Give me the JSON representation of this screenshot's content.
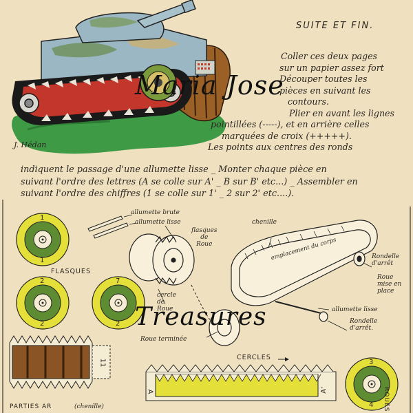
{
  "header": {
    "title": "SUITE ET FIN."
  },
  "instructions": {
    "l1": "Coller ces deux pages",
    "l2": "sur un papier assez fort",
    "l3": "Découper toutes les",
    "l4": "pièces en suivant les",
    "l5": "contours.",
    "l6": "Plier en avant les lignes",
    "l7": "pointillées (-----), et en arrière celles",
    "l8": "marquées de croix (+++++).",
    "l9": "Les points aux centres des ronds",
    "l10": "indiquent le passage d'une allumette lisse _ Monter chaque pièce en",
    "l11": "suivant l'ordre des lettres (A se colle sur A' _ B sur B' etc...) _ Assembler en",
    "l12": "suivant l'ordre des chiffres (1 se colle sur 1' _ 2 sur 2' etc....)."
  },
  "signature": "J. Hédan",
  "watermark": {
    "line1": "Maria Jose",
    "line2": "Treasures"
  },
  "labels": {
    "allumette_brute": "allumette brute",
    "allumette_lisse": "allumette lisse",
    "flasques_de_roue_1": "flasques",
    "flasques_de_roue_2": "de",
    "flasques_de_roue_3": "Roue",
    "chenille": "chenille",
    "emplacement_du_corps": "emplacement du corps",
    "rondelle_arret_top_1": "Rondelle",
    "rondelle_arret_top_2": "d'arrêt",
    "roue_mise_1": "Roue",
    "roue_mise_2": "mise en",
    "roue_mise_3": "place",
    "allumette_lisse_2": "allumette lisse",
    "rondelle_arret_bottom_1": "Rondelle",
    "rondelle_arret_bottom_2": "d'arrêt.",
    "cercle_de_roue_1": "cercle",
    "cercle_de_roue_2": "de",
    "cercle_de_roue_3": "Roue",
    "roue_terminee": "Roue terminée",
    "flasques": "FLASQUES",
    "cercles": "CERCLES",
    "parties_ar": "PARTIES AR",
    "chenille_bottom": "(chenille)",
    "roues_edge": "ROUES"
  },
  "wheels": {
    "w1_top": "1",
    "w1_bottom": "1",
    "w2_top": "2",
    "w2_bottom": "2",
    "w7_top": "7",
    "w7_bottom": "2",
    "w3_top": "3",
    "w3_bottom": "4"
  },
  "strip": {
    "left": "A",
    "right": "A'"
  },
  "track_tab": "11",
  "colors": {
    "paper": "#efe1bf",
    "yellow": "#e5df3a",
    "olive": "#5d8c33",
    "track_brown": "#8a5424",
    "grass": "#3f9a45",
    "tank_blue": "#9bb7c4",
    "red": "#c3362b"
  }
}
